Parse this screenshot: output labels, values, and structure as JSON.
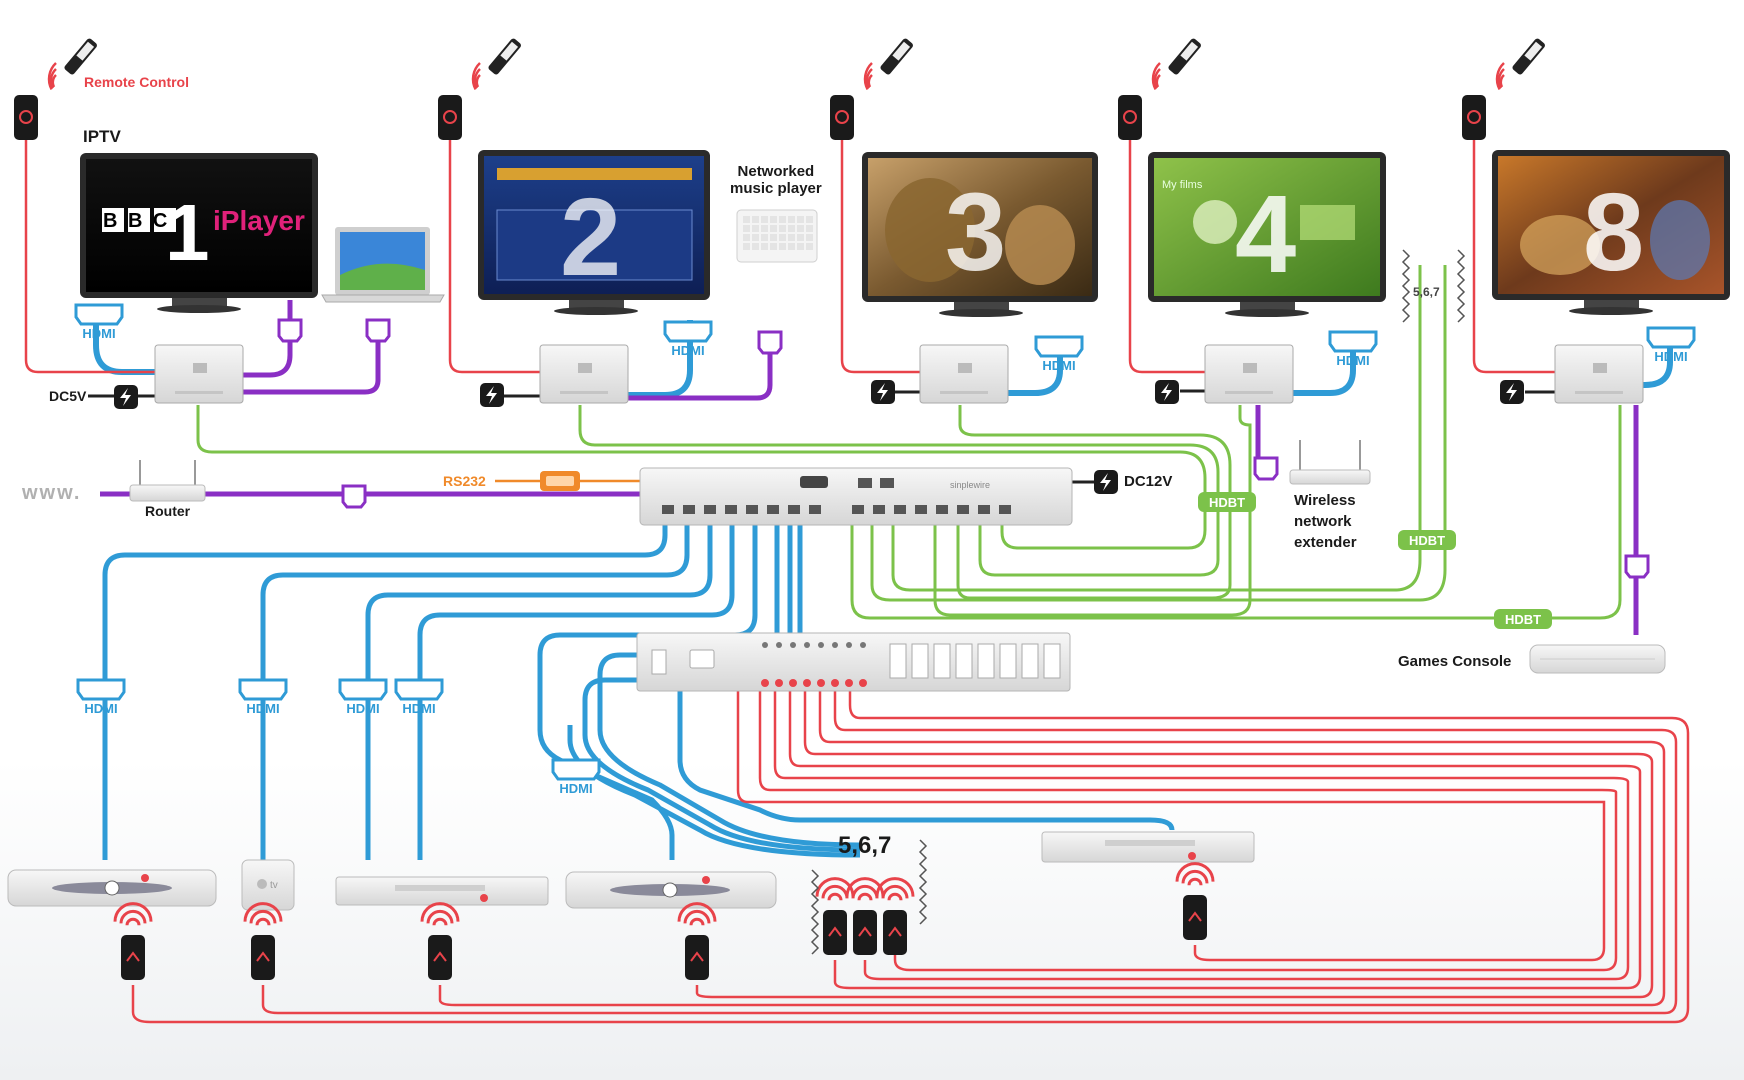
{
  "labels": {
    "remote_control": "Remote Control",
    "iptv": "IPTV",
    "networked_music_player": [
      "Networked",
      "music player"
    ],
    "router": "Router",
    "www": "www.",
    "rs232": "RS232",
    "dc12v": "DC12V",
    "dc5v": "DC5V",
    "wireless_network_extender": [
      "Wireless",
      "network",
      "extender"
    ],
    "games_console": "Games Console",
    "zones_567_small": "5,6,7",
    "zones_567_large": "5,6,7",
    "hdmi": "HDMI",
    "hdbt": "HDBT"
  },
  "screens": {
    "tv1_brand_bbc": "BBC",
    "tv1_numeral": "1",
    "tv1_player": "iPlayer",
    "tv2_numeral": "2",
    "tv3_numeral": "3",
    "tv4_numeral": "4",
    "tv4_menu": "My films",
    "tv8_numeral": "8"
  },
  "colors": {
    "hdmi_blue": "#2f9bd6",
    "hdbaset_green": "#7cc24a",
    "ethernet_purple": "#8a2fc4",
    "ir_red": "#e8434a",
    "rs232_orange": "#f08a2a",
    "device_grey": "#e4e4e4"
  }
}
